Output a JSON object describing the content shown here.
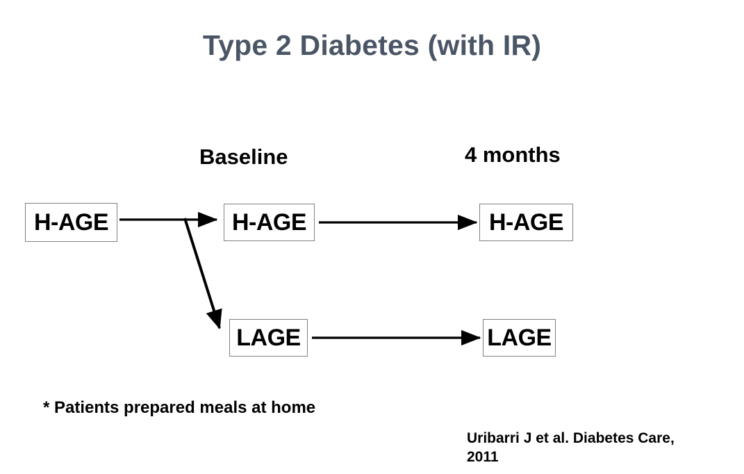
{
  "slide": {
    "title": "Type 2 Diabetes (with IR)",
    "background_color": "#ffffff",
    "title_color": "#4a5566"
  },
  "columns": {
    "baseline_label": "Baseline",
    "followup_label": "4 months"
  },
  "diagram": {
    "nodes": {
      "start_hage": "H-AGE",
      "baseline_hage": "H-AGE",
      "followup_hage": "H-AGE",
      "baseline_lage": "LAGE",
      "followup_lage": "LAGE"
    },
    "box_border_color": "#7f7f7f",
    "arrow_color": "#000000"
  },
  "footnote": "* Patients prepared meals at home",
  "citation": {
    "line1": "Uribarri J et al. Diabetes Care,",
    "line2": "2011"
  }
}
